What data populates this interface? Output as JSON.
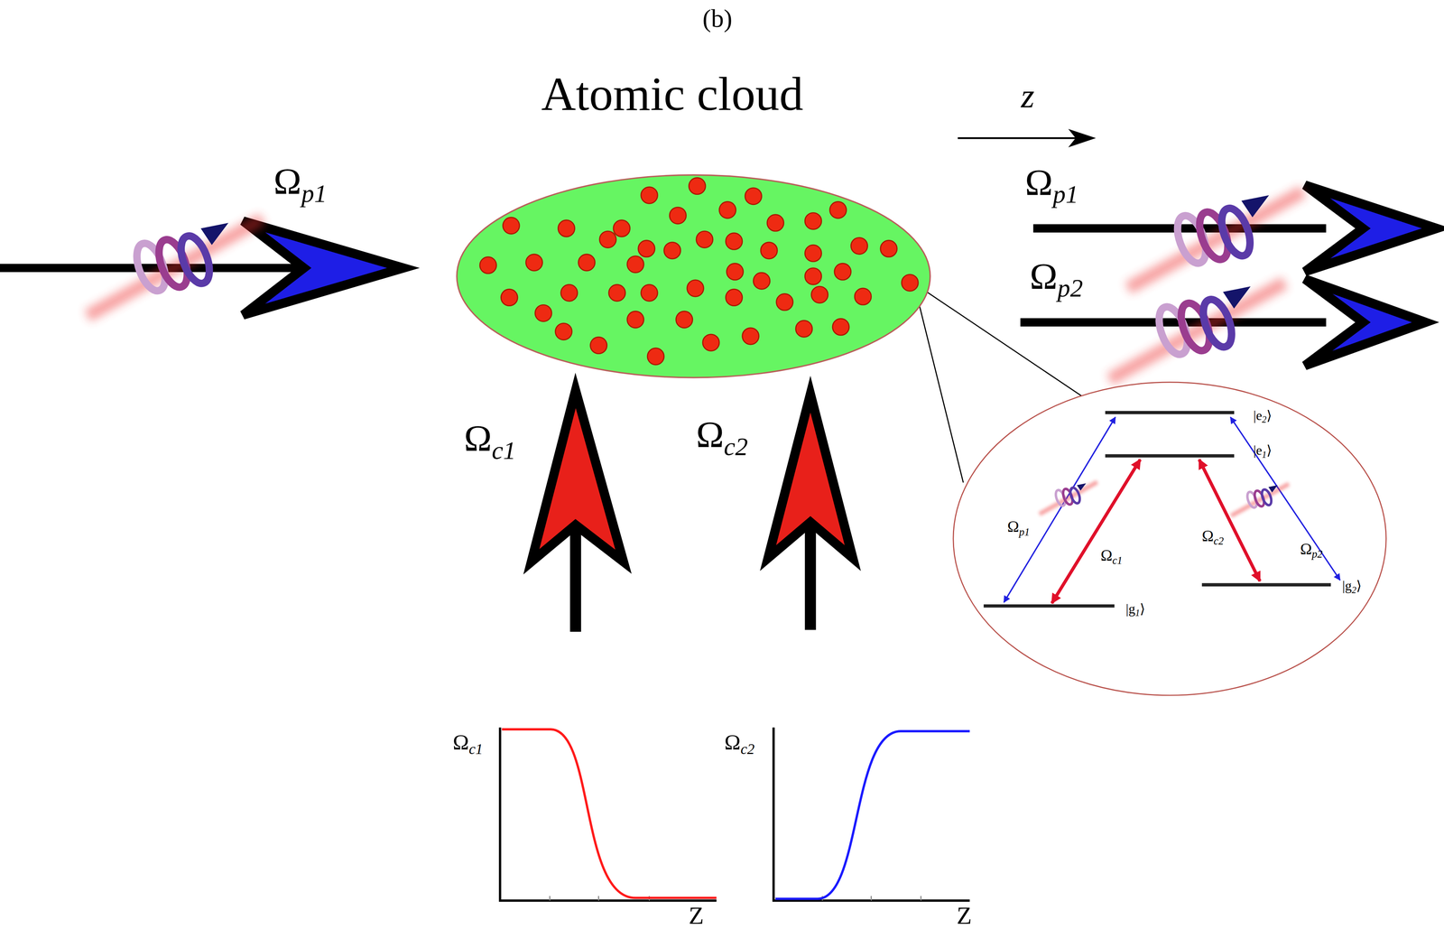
{
  "diagram": {
    "nodes": [
      {
        "text": [
          "Atomic cloud"
        ]
      },
      {
        "text": [
          "|e2⟩",
          "|e1⟩",
          "Ωp1",
          "Ωc1",
          "Ωc2",
          "Ωp2",
          "|g1⟩",
          "|g2⟩"
        ]
      }
    ],
    "labels": [
      "(b)",
      "Ωp1",
      "z",
      "Ωp1",
      "Ωp2",
      "Ωc1",
      "Ωc2",
      "Ωc1",
      "Z",
      "Ωc2",
      "Z"
    ]
  }
}
